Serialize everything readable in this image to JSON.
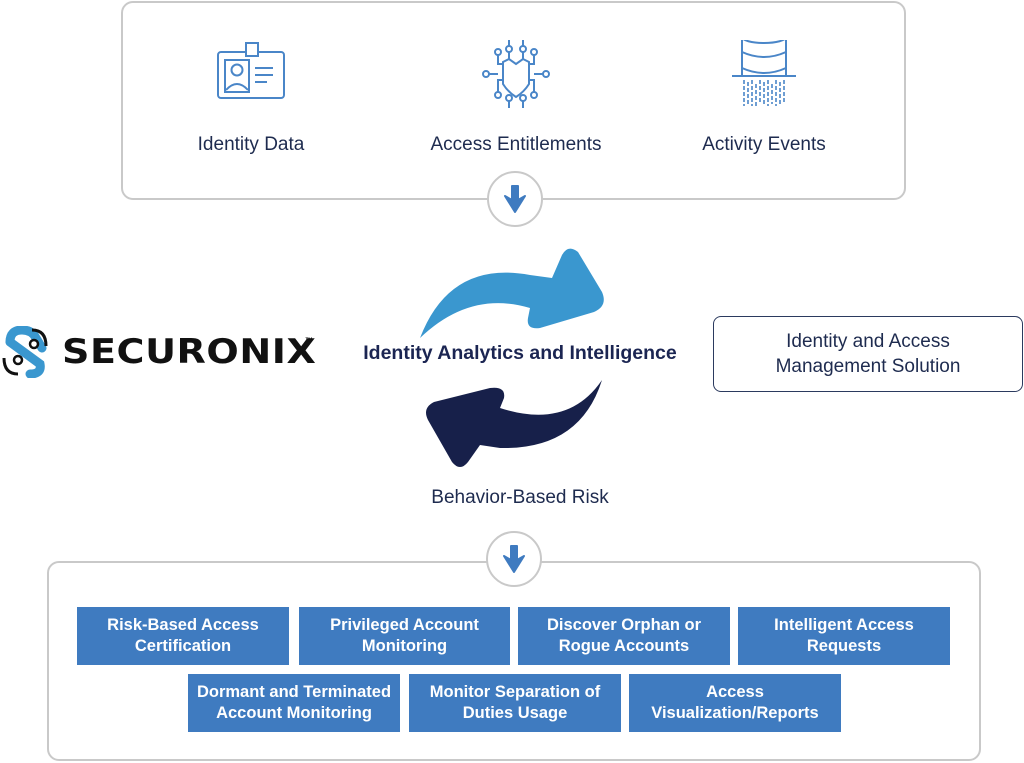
{
  "colors": {
    "icon_blue": "#4a86c8",
    "arrow_light_blue": "#3a97cf",
    "arrow_navy": "#17204a",
    "capability_blue": "#3f7bc0",
    "border_gray": "#c9c9c9",
    "text_navy": "#1e2b4f"
  },
  "data_sources": [
    {
      "label": "Identity Data",
      "icon": "id-badge-icon"
    },
    {
      "label": "Access Entitlements",
      "icon": "shield-circuit-icon"
    },
    {
      "label": "Activity Events",
      "icon": "database-stream-icon"
    }
  ],
  "logo": {
    "name": "SECURONIX",
    "trademark": "™"
  },
  "center": {
    "title": "Identity Analytics and Intelligence",
    "output_label": "Behavior-Based Risk"
  },
  "iam_box": {
    "line1": "Identity and Access",
    "line2": "Management Solution"
  },
  "capabilities": {
    "row1": [
      {
        "line1": "Risk-Based Access",
        "line2": "Certification"
      },
      {
        "line1": "Privileged Account",
        "line2": "Monitoring"
      },
      {
        "line1": "Discover Orphan or",
        "line2": "Rogue Accounts"
      },
      {
        "line1": "Intelligent Access",
        "line2": "Requests"
      }
    ],
    "row2": [
      {
        "line1": "Dormant and Terminated",
        "line2": "Account Monitoring"
      },
      {
        "line1": "Monitor Separation of",
        "line2": "Duties Usage"
      },
      {
        "line1": "Access",
        "line2": "Visualization/Reports"
      }
    ]
  }
}
